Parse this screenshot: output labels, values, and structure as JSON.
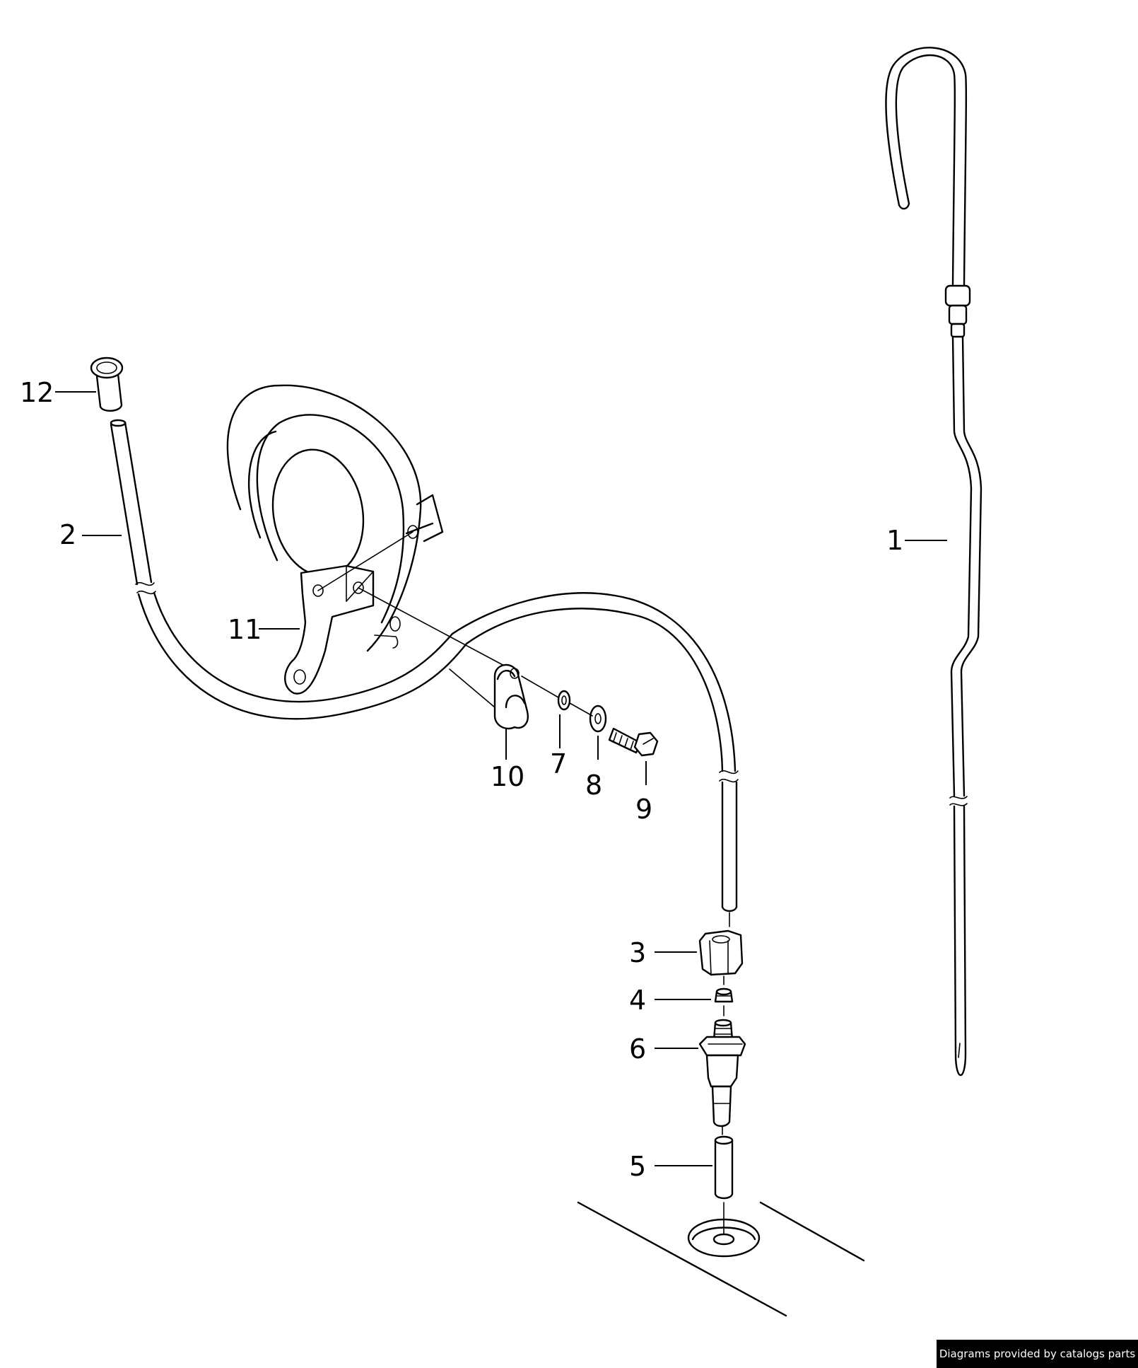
{
  "callouts": {
    "c1": "1",
    "c2": "2",
    "c3": "3",
    "c4": "4",
    "c5": "5",
    "c6": "6",
    "c7": "7",
    "c8": "8",
    "c9": "9",
    "c10": "10",
    "c11": "11",
    "c12": "12"
  },
  "footer": {
    "credit": "Diagrams provided by catalogs parts"
  }
}
